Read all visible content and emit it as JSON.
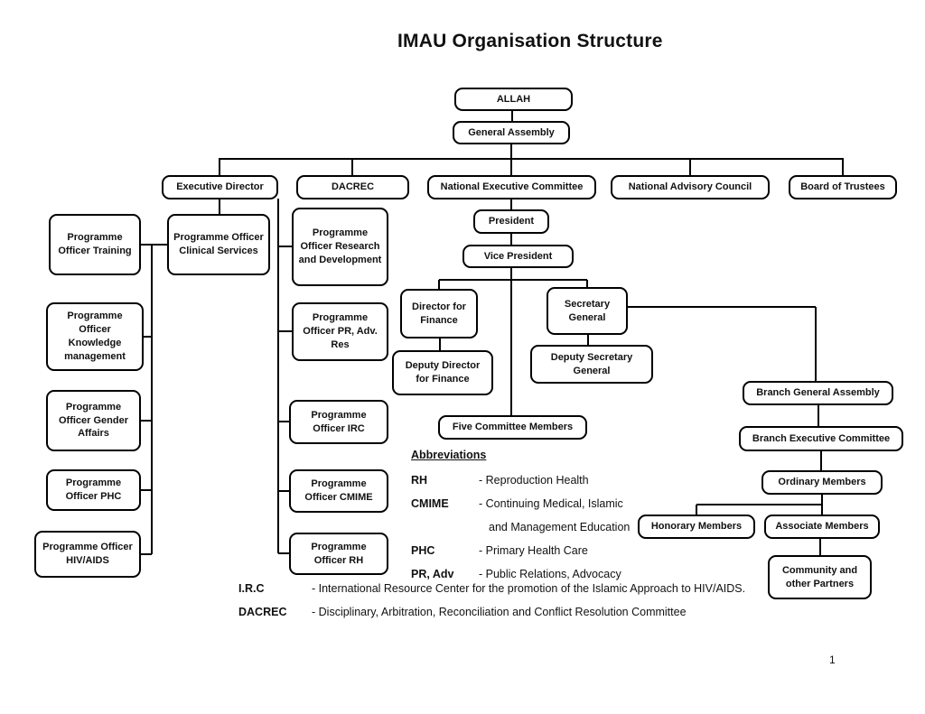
{
  "title": "IMAU Organisation Structure",
  "page_number": "1",
  "colors": {
    "line": "#000000",
    "box_border": "#000000",
    "background": "#ffffff"
  },
  "nodes": {
    "allah": "ALLAH",
    "general_assembly": "General Assembly",
    "executive_director": "Executive Director",
    "dacrec": "DACREC",
    "national_executive_committee": "National Executive Committee",
    "national_advisory_council": "National Advisory Council",
    "board_of_trustees": "Board of Trustees",
    "president": "President",
    "vice_president": "Vice President",
    "director_for_finance": "Director for Finance",
    "secretary_general": "Secretary General",
    "deputy_director_for_finance": "Deputy Director for Finance",
    "deputy_secretary_general": "Deputy Secretary General",
    "five_committee_members": "Five Committee Members",
    "po_clinical_services": "Programme Officer Clinical Services",
    "po_training": "Programme Officer Training",
    "po_knowledge_management": "Programme Officer Knowledge management",
    "po_gender_affairs": "Programme Officer Gender Affairs",
    "po_phc": "Programme Officer PHC",
    "po_hiv_aids": "Programme Officer HIV/AIDS",
    "po_research_development": "Programme Officer Research and Development",
    "po_pr_adv_res": "Programme Officer PR, Adv. Res",
    "po_irc": "Programme Officer IRC",
    "po_cmime": "Programme Officer CMIME",
    "po_rh": "Programme Officer RH",
    "branch_general_assembly": "Branch General Assembly",
    "branch_executive_committee": "Branch Executive Committee",
    "ordinary_members": "Ordinary Members",
    "honorary_members": "Honorary Members",
    "associate_members": "Associate Members",
    "community_other_partners": "Community and other Partners"
  },
  "abbreviations": {
    "heading": "Abbreviations",
    "items": [
      {
        "term": "RH",
        "def": "-  Reproduction Health"
      },
      {
        "term": "CMIME",
        "def": "-  Continuing Medical, Islamic"
      },
      {
        "term": "",
        "def": "and Management Education"
      },
      {
        "term": "PHC",
        "def": "-  Primary Health Care"
      },
      {
        "term": "PR, Adv",
        "def": "-  Public Relations, Advocacy"
      },
      {
        "term": "I.R.C",
        "def": "- International Resource Center for the promotion of the Islamic Approach to HIV/AIDS."
      },
      {
        "term": "DACREC",
        "def": "- Disciplinary, Arbitration, Reconciliation and Conflict Resolution Committee"
      }
    ]
  }
}
